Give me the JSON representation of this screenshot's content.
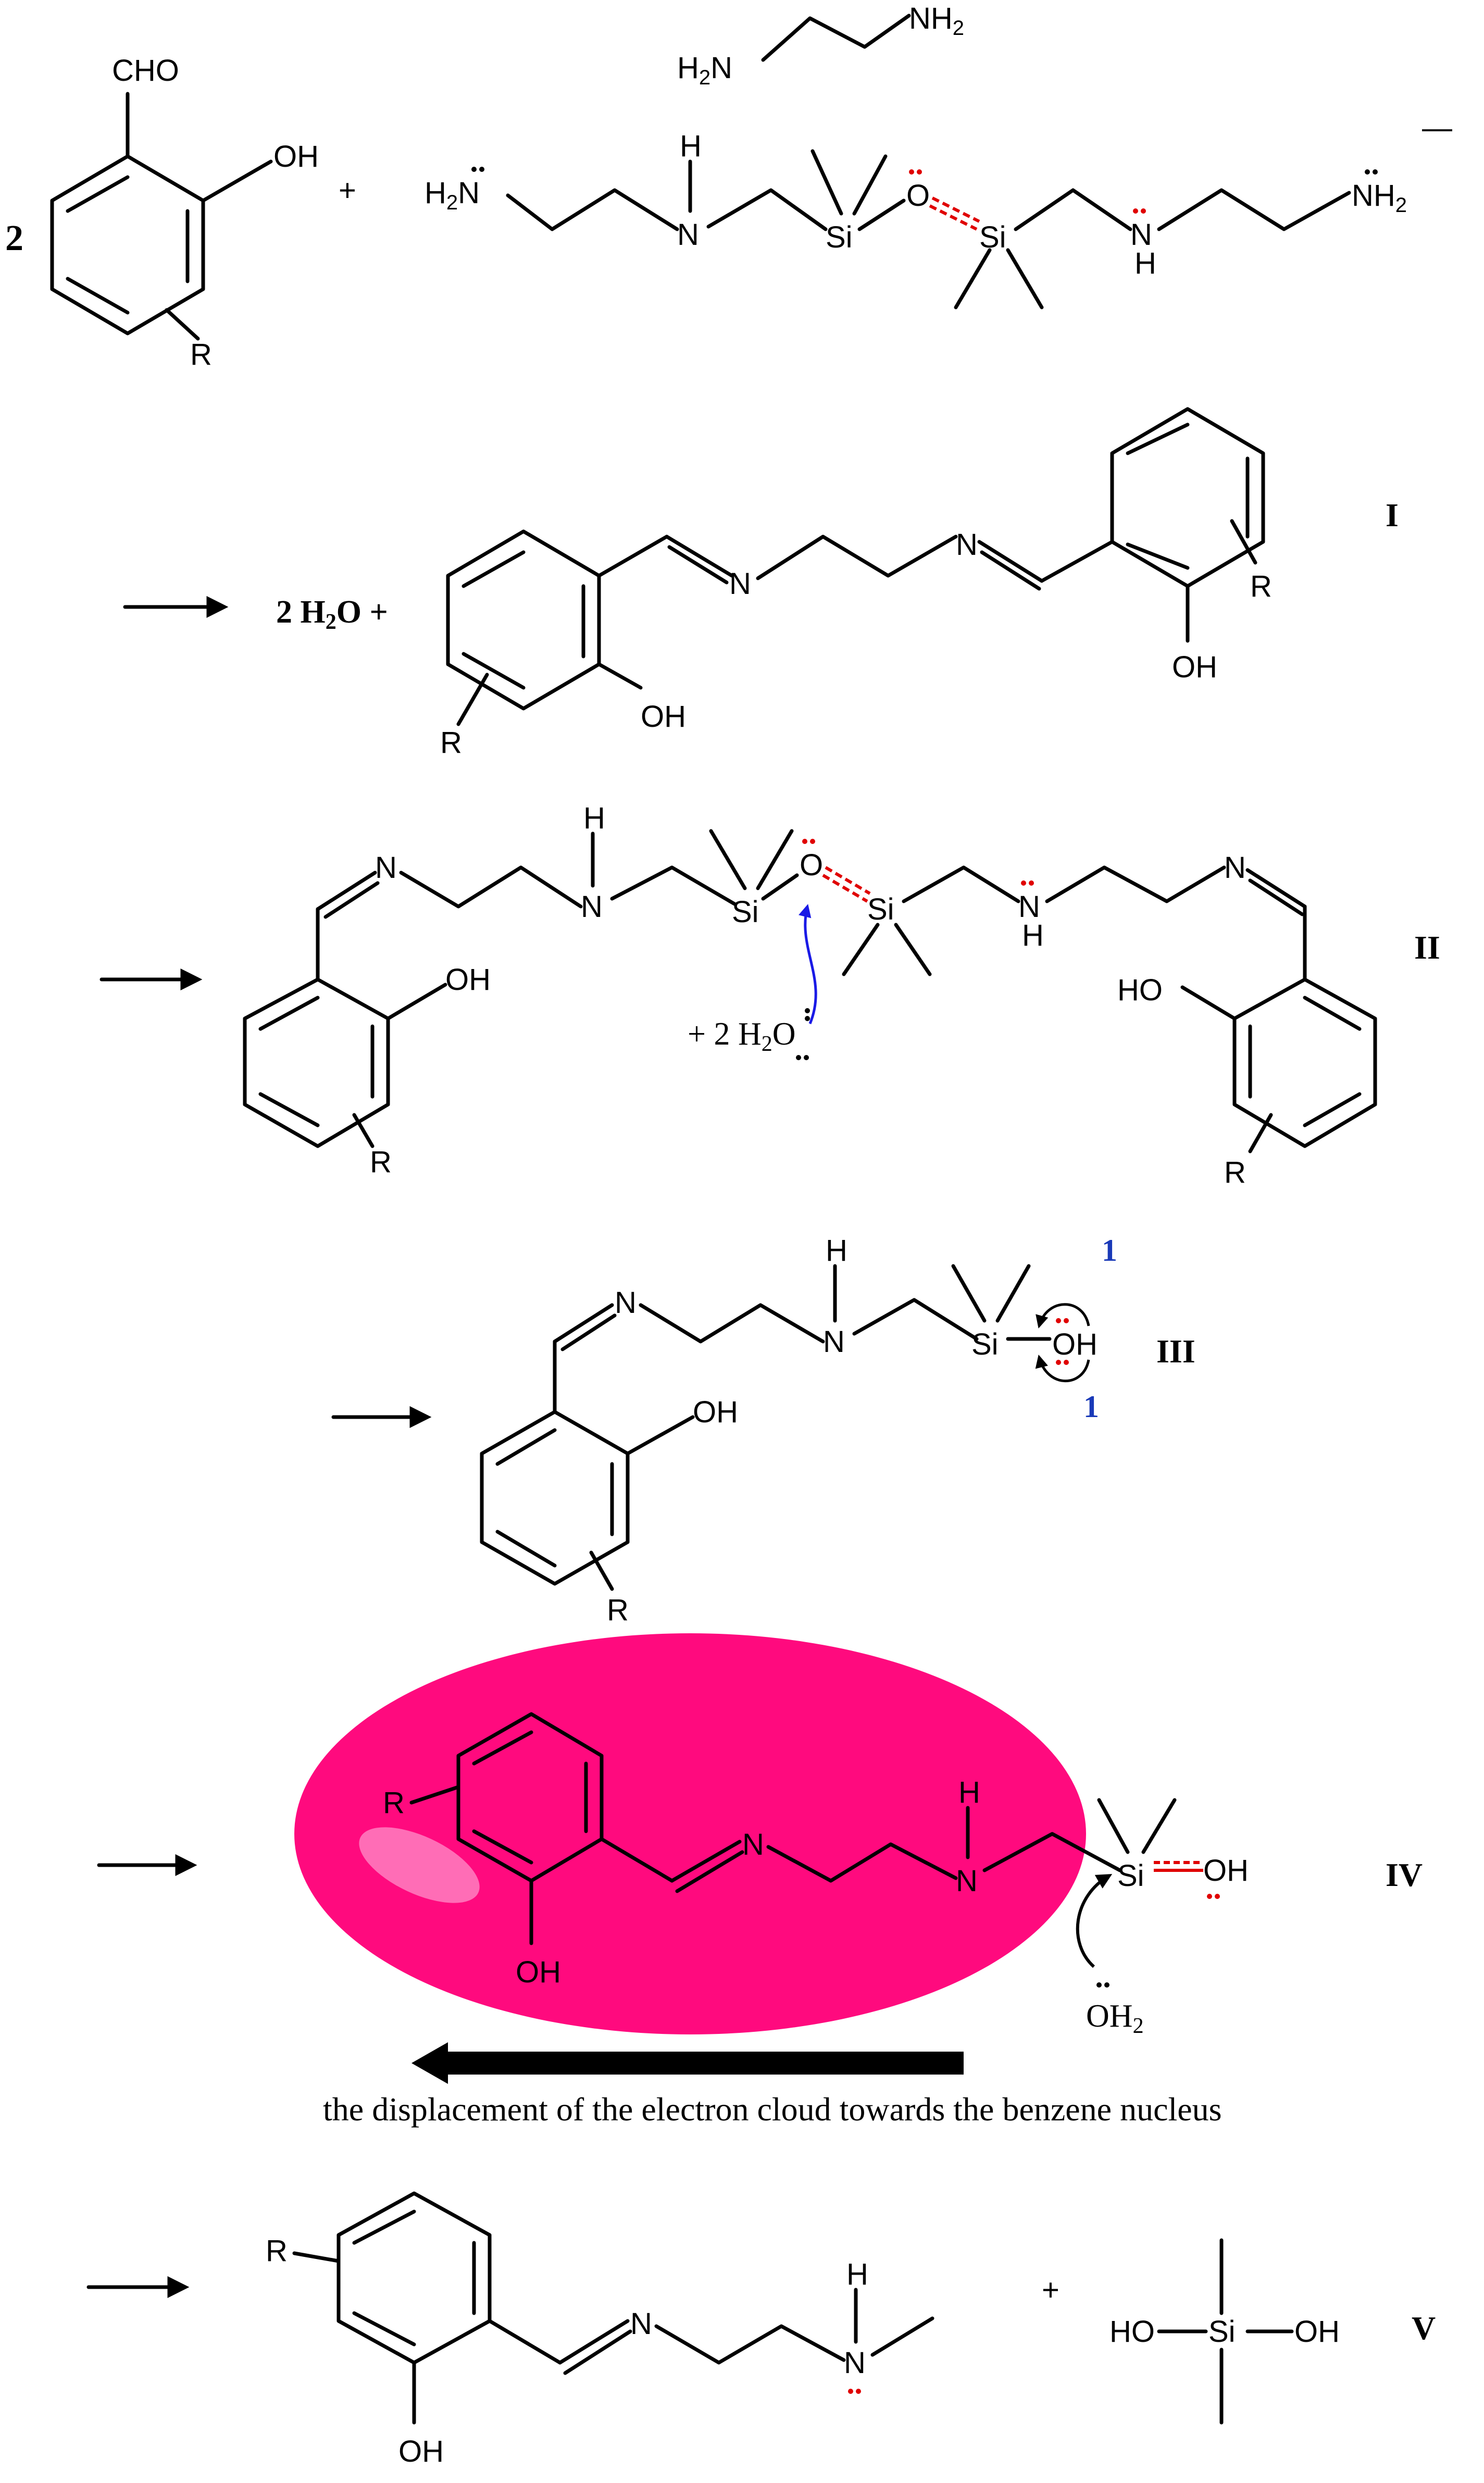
{
  "colors": {
    "bond": "#000000",
    "electron_pair": "#e00000",
    "curved_arrow": "#1a1ae6",
    "blue_label": "#1a3ab8",
    "highlight": "#ff0a7e",
    "arrow": "#000000"
  },
  "labels": {
    "coef_2": "2",
    "cho": "CHO",
    "oh": "OH",
    "ho": "HO",
    "r": "R",
    "plus": "+",
    "h": "H",
    "n": "N",
    "si": "Si",
    "o": "O",
    "h2": "H",
    "nh2": "NH",
    "h2n": "H",
    "sub2": "2",
    "minus": "—",
    "water_2": "2 H",
    "water_o": "O +",
    "plus_2h2o": "+ 2 H",
    "oh2_o": "OH",
    "one": "1"
  },
  "roman": {
    "I": "I",
    "II": "II",
    "III": "III",
    "IV": "IV",
    "V": "V"
  },
  "caption": "the displacement of the electron cloud towards the benzene nucleus"
}
